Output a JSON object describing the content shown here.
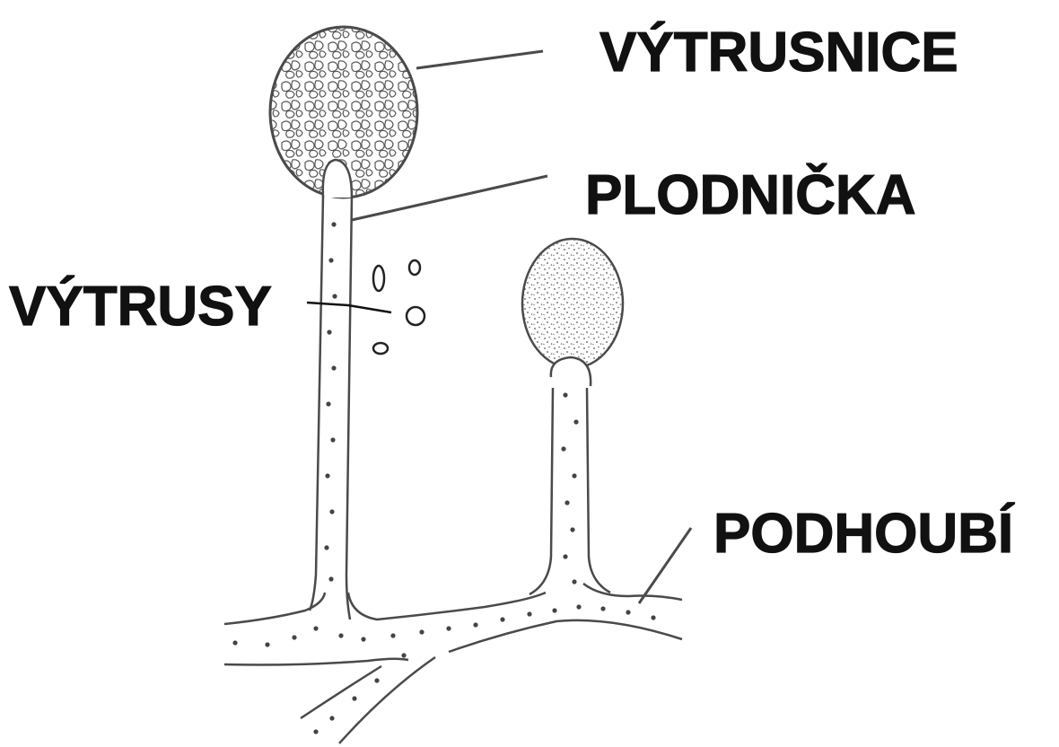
{
  "diagram": {
    "labels": {
      "sporangium": "VÝTRUSNICE",
      "sporangiophore": "PLODNIČKA",
      "spores": "VÝTRUSY",
      "mycelium": "PODHOUBÍ"
    },
    "colors": {
      "ink": "#111111",
      "outline": "#4a4a4a",
      "background": "#ffffff"
    }
  }
}
